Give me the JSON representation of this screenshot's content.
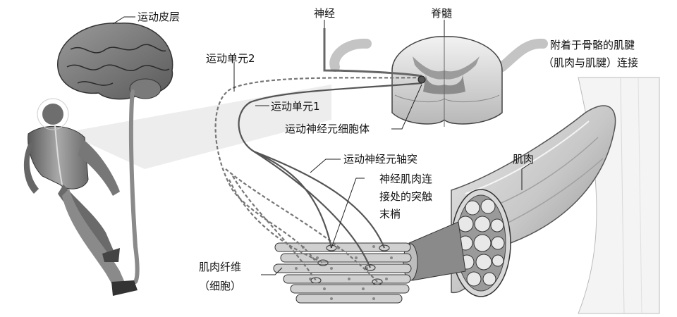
{
  "labels": {
    "motor_cortex": "运动皮层",
    "nerve": "神经",
    "spinal_cord": "脊髓",
    "motor_unit_2": "运动单元2",
    "motor_unit_1": "运动单元1",
    "tendon_line1": "附着于骨骼的肌腱",
    "tendon_line2": "（肌肉与肌腱）连接",
    "motor_neuron_cell_body": "运动神经元细胞体",
    "motor_neuron_axon": "运动神经元轴突",
    "muscle": "肌肉",
    "nmj_line1": "神经肌肉连",
    "nmj_line2": "接处的突触",
    "nmj_line3": "末梢",
    "muscle_fiber_line1": "肌肉纤维",
    "muscle_fiber_line2": "（细胞）"
  }
}
